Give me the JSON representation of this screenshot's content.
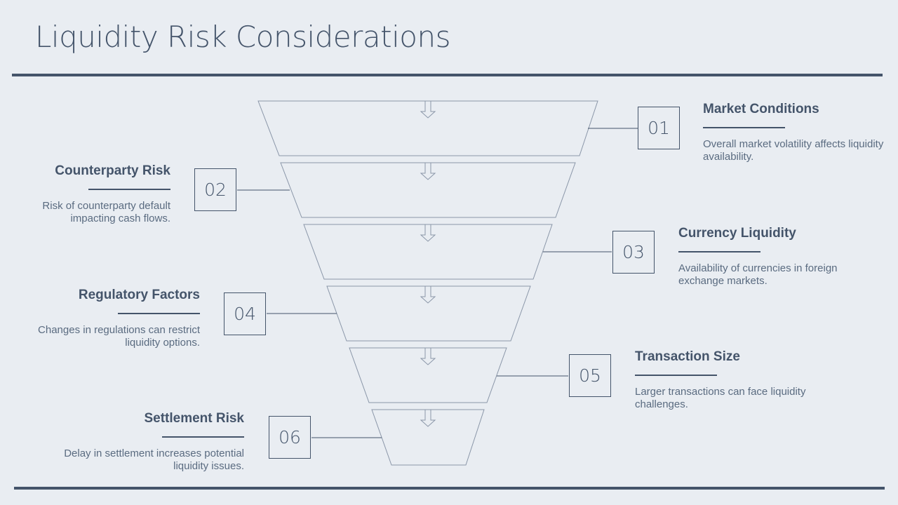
{
  "title": "Liquidity Risk Considerations",
  "items": [
    {
      "num": "01",
      "title": "Market Conditions",
      "desc": "Overall market volatility affects liquidity availability."
    },
    {
      "num": "02",
      "title": "Counterparty Risk",
      "desc": "Risk of counterparty default impacting cash flows."
    },
    {
      "num": "03",
      "title": "Currency Liquidity",
      "desc": "Availability of currencies in foreign exchange markets."
    },
    {
      "num": "04",
      "title": "Regulatory Factors",
      "desc": "Changes in regulations can restrict liquidity options."
    },
    {
      "num": "05",
      "title": "Transaction Size",
      "desc": "Larger transactions can face liquidity challenges."
    },
    {
      "num": "06",
      "title": "Settlement Risk",
      "desc": "Delay in settlement increases potential liquidity issues."
    }
  ],
  "colors": {
    "background": "#e9edf2",
    "accent": "#44546a"
  }
}
